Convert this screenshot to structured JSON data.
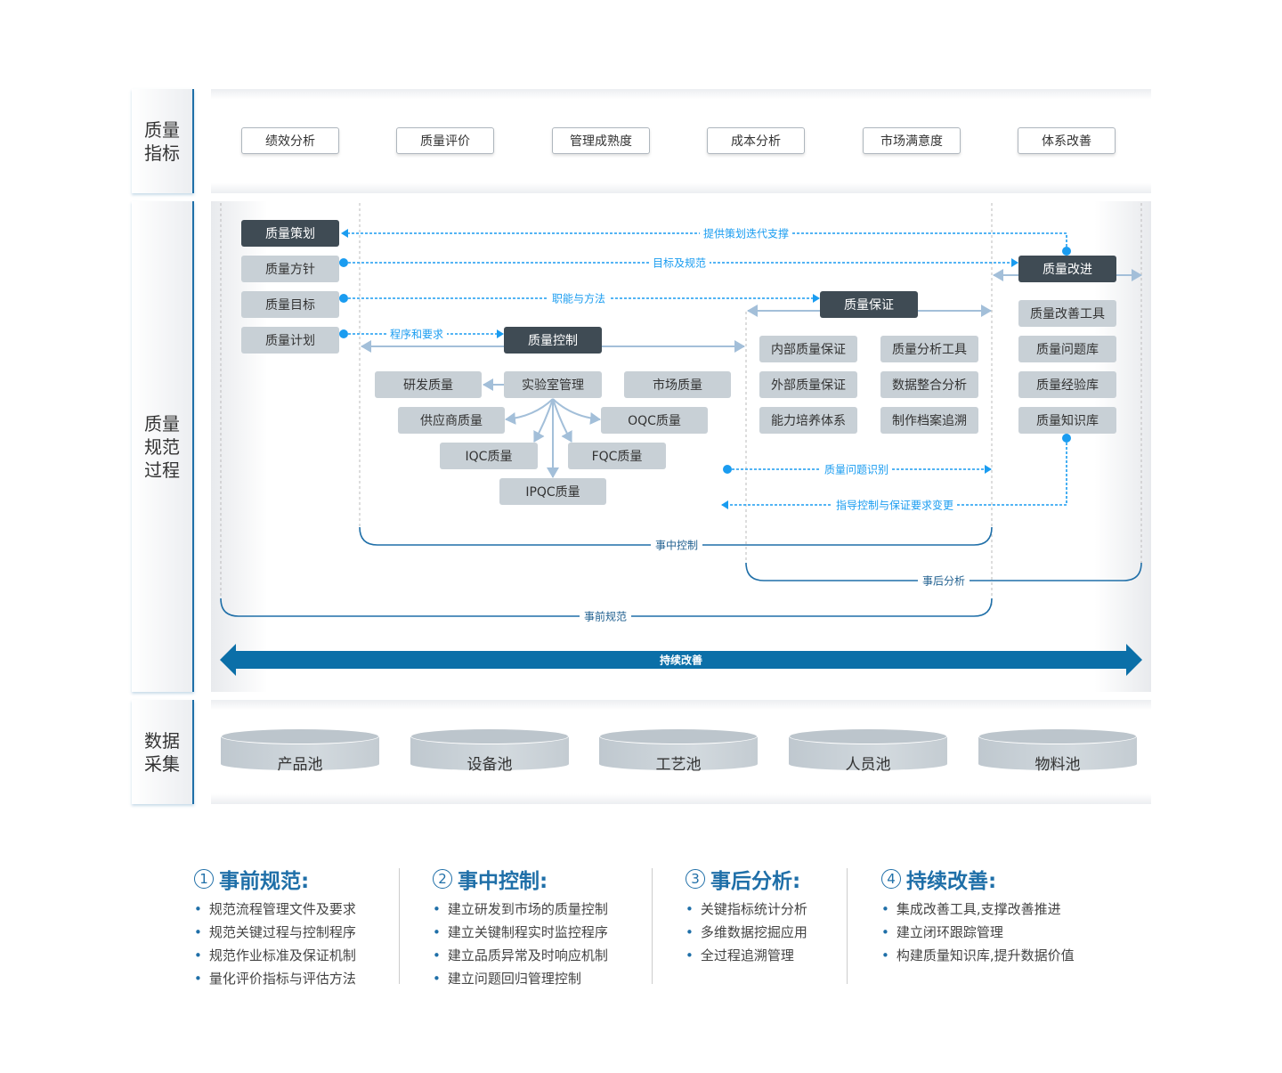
{
  "side_labels": {
    "indicators": "质量指标",
    "process": "质量规范过程",
    "data": "数据采集"
  },
  "indicators": [
    "绩效分析",
    "质量评价",
    "管理成熟度",
    "成本分析",
    "市场满意度",
    "体系改善"
  ],
  "planning": {
    "title": "质量策划",
    "items": [
      "质量方针",
      "质量目标",
      "质量计划"
    ]
  },
  "control": {
    "title": "质量控制",
    "lab": "实验室管理",
    "rd": "研发质量",
    "market": "市场质量",
    "supplier": "供应商质量",
    "oqc": "OQC质量",
    "iqc": "IQC质量",
    "fqc": "FQC质量",
    "ipqc": "IPQC质量"
  },
  "assurance": {
    "title": "质量保证",
    "items": [
      "内部质量保证",
      "质量分析工具",
      "外部质量保证",
      "数据整合分析",
      "能力培养体系",
      "制作档案追溯"
    ]
  },
  "improvement": {
    "title": "质量改进",
    "items": [
      "质量改善工具",
      "质量问题库",
      "质量经验库",
      "质量知识库"
    ]
  },
  "flows": {
    "support": "提供策划迭代支撑",
    "goals": "目标及规范",
    "functions": "职能与方法",
    "procedures": "程序和要求",
    "issue": "质量问题识别",
    "guide": "指导控制与保证要求变更"
  },
  "phases": {
    "during": "事中控制",
    "after": "事后分析",
    "before": "事前规范",
    "continuous": "持续改善"
  },
  "pools": [
    "产品池",
    "设备池",
    "工艺池",
    "人员池",
    "物料池"
  ],
  "summary": [
    {
      "num": "1",
      "title": "事前规范:",
      "items": [
        "规范流程管理文件及要求",
        "规范关键过程与控制程序",
        "规范作业标准及保证机制",
        "量化评价指标与评估方法"
      ]
    },
    {
      "num": "2",
      "title": "事中控制:",
      "items": [
        "建立研发到市场的质量控制",
        "建立关键制程实时监控程序",
        "建立品质异常及时响应机制",
        "建立问题回归管理控制"
      ]
    },
    {
      "num": "3",
      "title": "事后分析:",
      "items": [
        "关键指标统计分析",
        "多维数据挖掘应用",
        "全过程追溯管理"
      ]
    },
    {
      "num": "4",
      "title": "持续改善:",
      "items": [
        "集成改善工具,支撑改善推进",
        "建立闭环跟踪管理",
        "构建质量知识库,提升数据价值"
      ]
    }
  ],
  "colors": {
    "accent": "#1a9cf0",
    "brand": "#1f6fa8",
    "dark_box": "#3f4b54",
    "light_box": "#c8d0d6"
  }
}
